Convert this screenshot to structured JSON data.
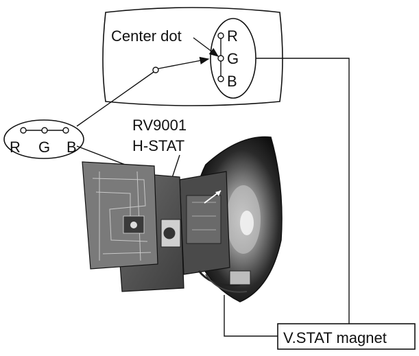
{
  "labels": {
    "center_dot": "Center dot",
    "r_top": "R",
    "g_top": "G",
    "b_top": "B",
    "r_left": "R",
    "g_left": "G",
    "b_left": "B",
    "part_number": "RV9001",
    "h_stat": "H-STAT",
    "v_stat_magnet": "V.STAT magnet"
  }
}
